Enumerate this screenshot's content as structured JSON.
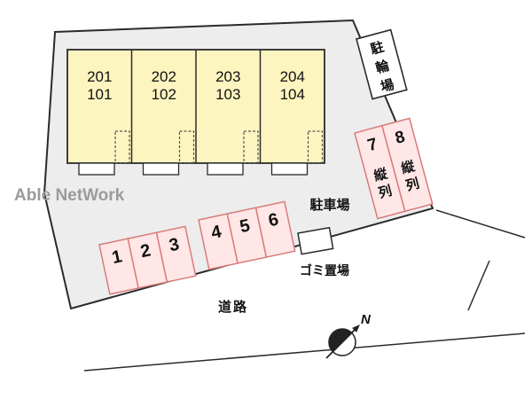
{
  "diagram": {
    "watermark": "Able NetWork",
    "building": {
      "units": [
        {
          "upper": "201",
          "lower": "101"
        },
        {
          "upper": "202",
          "lower": "102"
        },
        {
          "upper": "203",
          "lower": "103"
        },
        {
          "upper": "204",
          "lower": "104"
        }
      ]
    },
    "parking": {
      "label": "駐車場",
      "row1": [
        "1",
        "2",
        "3"
      ],
      "row2": [
        "4",
        "5",
        "6"
      ],
      "tandem": [
        {
          "num": "7",
          "orientation": "縦列",
          "chars": [
            "縦",
            "列"
          ]
        },
        {
          "num": "8",
          "orientation": "縦列",
          "chars": [
            "縦",
            "列"
          ]
        }
      ]
    },
    "bicycle_parking": {
      "label": "駐輪場",
      "chars": [
        "駐",
        "輪",
        "場"
      ]
    },
    "garbage": {
      "label": "ゴミ置場"
    },
    "road": {
      "label": "道路"
    },
    "compass": {
      "north": "N"
    },
    "colors": {
      "site_fill": "#ededed",
      "building_fill": "#fdf5c0",
      "stall_fill": "#ffe7e7",
      "stall_border": "#d97b7b",
      "outline": "#2b2b2b",
      "watermark": "#9b9b9b"
    }
  }
}
